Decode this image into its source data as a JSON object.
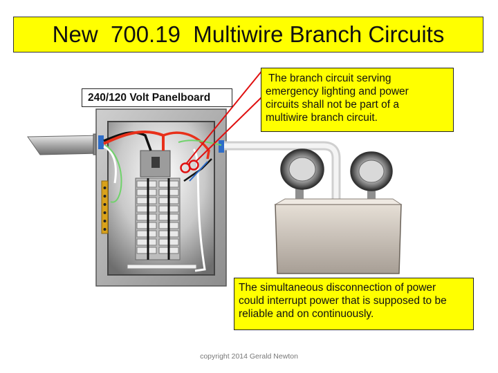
{
  "title": "New  700.19  Multiwire Branch Circuits",
  "panel_label": "240/120 Volt Panelboard",
  "note_top": {
    "lines": [
      " The branch circuit serving",
      "emergency lighting and power",
      "circuits shall not be part of a",
      "multiwire branch circuit."
    ]
  },
  "note_bottom": {
    "lines": [
      "The simultaneous disconnection of power",
      "could interrupt power that is supposed to be",
      "reliable and on continuously."
    ]
  },
  "copyright": "copyright 2014 Gerald Newton",
  "colors": {
    "highlight": "#ffff00",
    "wire_hot_red": "#e8301a",
    "wire_hot_black": "#111111",
    "wire_ground": "#6fd36a",
    "annotation_red": "#e01010"
  },
  "icons": [
    "panelboard-icon",
    "emergency-light-icon",
    "conduit-icon",
    "breaker-icon"
  ]
}
